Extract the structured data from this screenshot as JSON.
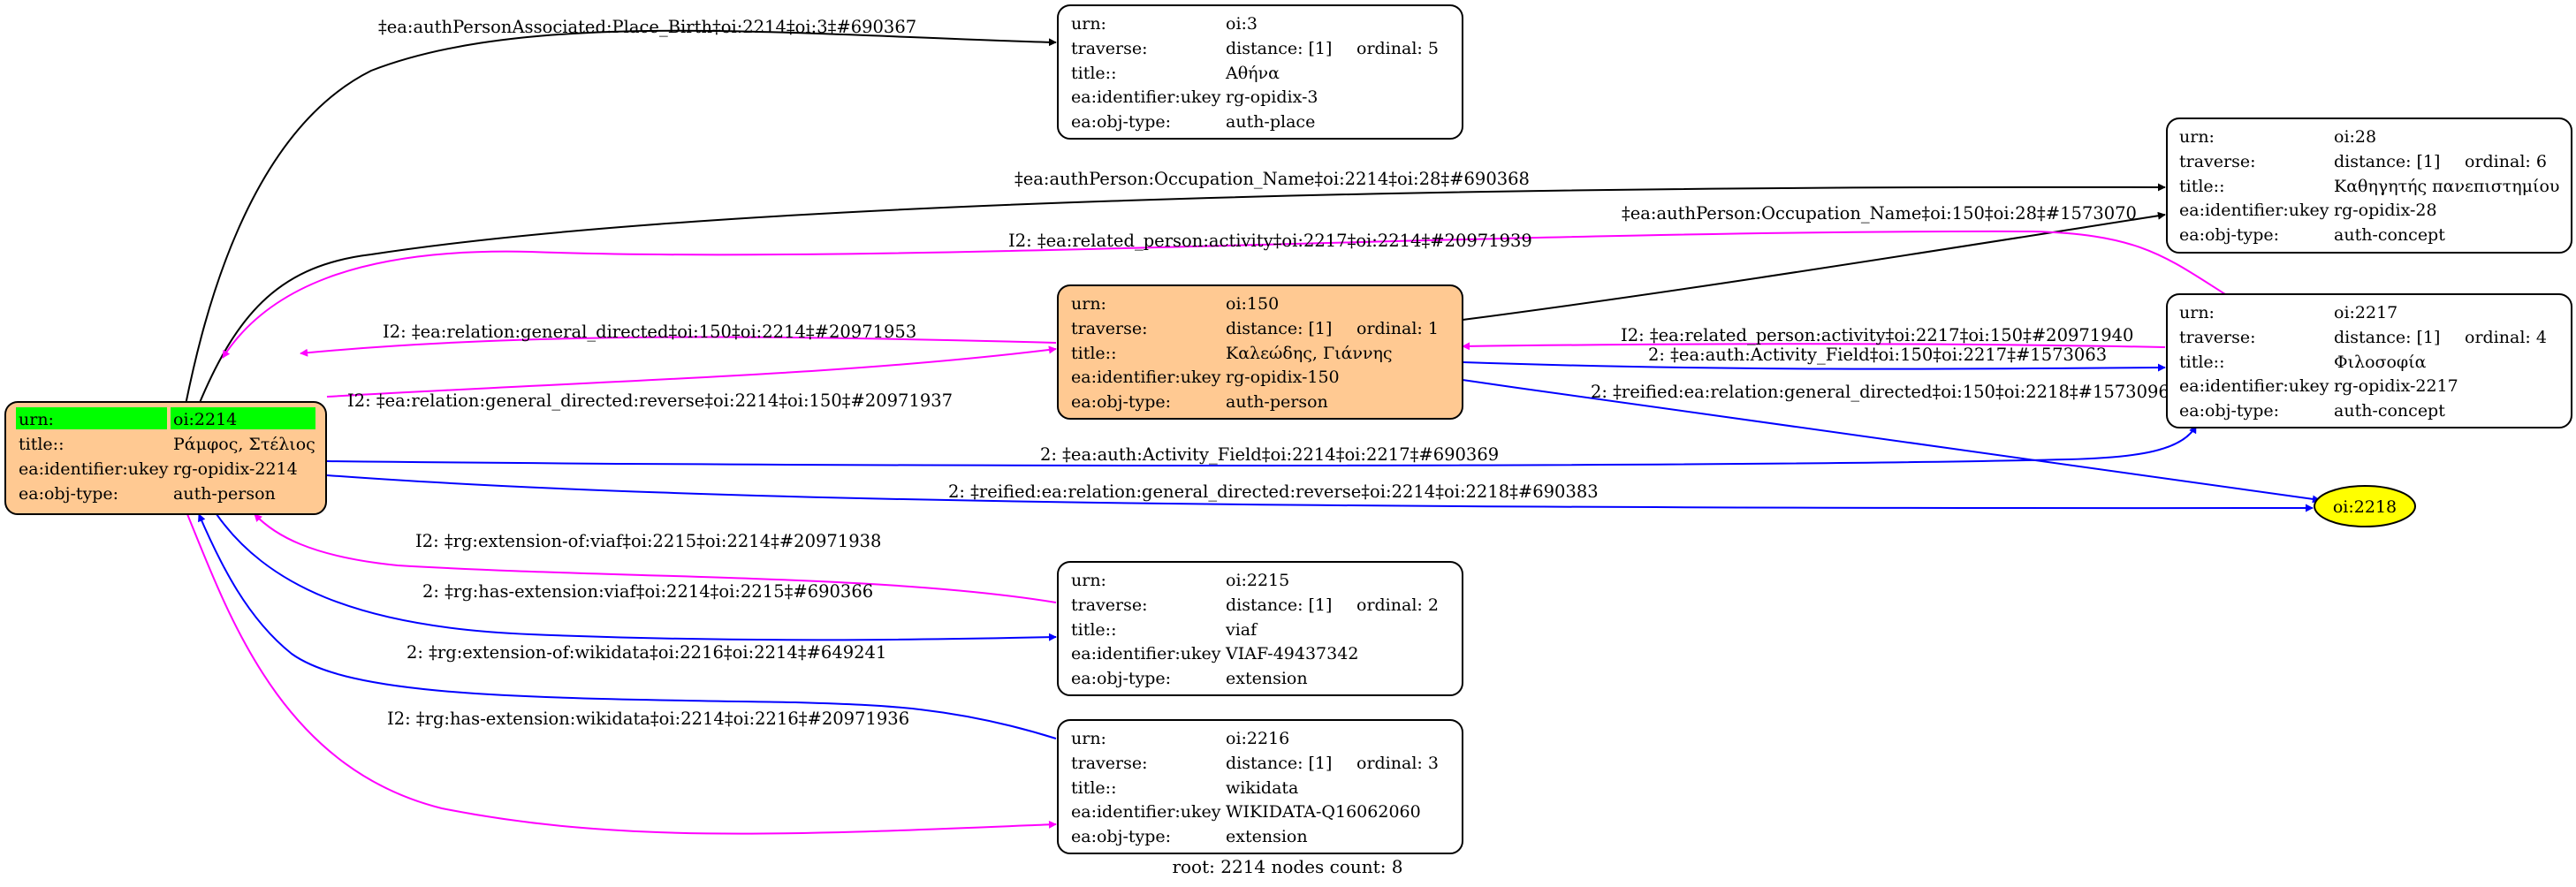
{
  "colors": {
    "black": "#000000",
    "magenta": "#ff00ff",
    "blue": "#0000ff",
    "orange_fill": "#ffc992",
    "highlight": "#00ff00",
    "ellipse_fill": "#ffff00"
  },
  "nodes": {
    "n3": {
      "rows": [
        {
          "key": "urn:",
          "val": "oi:3"
        },
        {
          "key": "traverse:",
          "val": "distance: [1]",
          "extra": "ordinal: 5"
        },
        {
          "key": "title::",
          "val": "Αθήνα"
        },
        {
          "key": "ea:identifier:ukey",
          "val": "rg-opidix-3"
        },
        {
          "key": "ea:obj-type:",
          "val": "auth-place"
        }
      ]
    },
    "n28": {
      "rows": [
        {
          "key": "urn:",
          "val": "oi:28"
        },
        {
          "key": "traverse:",
          "val": "distance: [1]",
          "extra": "ordinal: 6"
        },
        {
          "key": "title::",
          "val": "Καθηγητής πανεπιστημίου"
        },
        {
          "key": "ea:identifier:ukey",
          "val": "rg-opidix-28"
        },
        {
          "key": "ea:obj-type:",
          "val": "auth-concept"
        }
      ]
    },
    "n150": {
      "rows": [
        {
          "key": "urn:",
          "val": "oi:150"
        },
        {
          "key": "traverse:",
          "val": "distance: [1]",
          "extra": "ordinal: 1"
        },
        {
          "key": "title::",
          "val": "Καλεώδης, Γιάννης"
        },
        {
          "key": "ea:identifier:ukey",
          "val": "rg-opidix-150"
        },
        {
          "key": "ea:obj-type:",
          "val": "auth-person"
        }
      ]
    },
    "n2217": {
      "rows": [
        {
          "key": "urn:",
          "val": "oi:2217"
        },
        {
          "key": "traverse:",
          "val": "distance: [1]",
          "extra": "ordinal: 4"
        },
        {
          "key": "title::",
          "val": "Φιλοσοφία"
        },
        {
          "key": "ea:identifier:ukey",
          "val": "rg-opidix-2217"
        },
        {
          "key": "ea:obj-type:",
          "val": "auth-concept"
        }
      ]
    },
    "n2214": {
      "rows": [
        {
          "key": "urn:",
          "val": "oi:2214"
        },
        {
          "key": "title::",
          "val": "Ράμφος, Στέλιος"
        },
        {
          "key": "ea:identifier:ukey",
          "val": "rg-opidix-2214"
        },
        {
          "key": "ea:obj-type:",
          "val": "auth-person"
        }
      ]
    },
    "n2215": {
      "rows": [
        {
          "key": "urn:",
          "val": "oi:2215"
        },
        {
          "key": "traverse:",
          "val": "distance: [1]",
          "extra": "ordinal: 2"
        },
        {
          "key": "title::",
          "val": "viaf"
        },
        {
          "key": "ea:identifier:ukey",
          "val": "VIAF-49437342"
        },
        {
          "key": "ea:obj-type:",
          "val": "extension"
        }
      ]
    },
    "n2216": {
      "rows": [
        {
          "key": "urn:",
          "val": "oi:2216"
        },
        {
          "key": "traverse:",
          "val": "distance: [1]",
          "extra": "ordinal: 3"
        },
        {
          "key": "title::",
          "val": "wikidata"
        },
        {
          "key": "ea:identifier:ukey",
          "val": "WIKIDATA-Q16062060"
        },
        {
          "key": "ea:obj-type:",
          "val": "extension"
        }
      ]
    },
    "n2218": {
      "label": "oi:2218"
    }
  },
  "edges": [
    {
      "label": "‡ea:authPersonAssociated:Place_Birth‡oi:2214‡oi:3‡#690367"
    },
    {
      "label": "‡ea:authPerson:Occupation_Name‡oi:2214‡oi:28‡#690368"
    },
    {
      "label": "‡ea:authPerson:Occupation_Name‡oi:150‡oi:28‡#1573070"
    },
    {
      "label": "I2: ‡ea:related_person:activity‡oi:2217‡oi:2214‡#20971939"
    },
    {
      "label": "I2: ‡ea:relation:general_directed‡oi:150‡oi:2214‡#20971953"
    },
    {
      "label": "I2: ‡ea:relation:general_directed:reverse‡oi:2214‡oi:150‡#20971937"
    },
    {
      "label": "I2: ‡ea:related_person:activity‡oi:2217‡oi:150‡#20971940"
    },
    {
      "label": "2: ‡ea:auth:Activity_Field‡oi:150‡oi:2217‡#1573063"
    },
    {
      "label": "2: ‡reified:ea:relation:general_directed‡oi:150‡oi:2218‡#1573096"
    },
    {
      "label": "2: ‡ea:auth:Activity_Field‡oi:2214‡oi:2217‡#690369"
    },
    {
      "label": "2: ‡reified:ea:relation:general_directed:reverse‡oi:2214‡oi:2218‡#690383"
    },
    {
      "label": "I2: ‡rg:extension-of:viaf‡oi:2215‡oi:2214‡#20971938"
    },
    {
      "label": "2: ‡rg:has-extension:viaf‡oi:2214‡oi:2215‡#690366"
    },
    {
      "label": "2: ‡rg:extension-of:wikidata‡oi:2216‡oi:2214‡#649241"
    },
    {
      "label": "I2: ‡rg:has-extension:wikidata‡oi:2214‡oi:2216‡#20971936"
    }
  ],
  "footer": "root: 2214 nodes count: 8"
}
